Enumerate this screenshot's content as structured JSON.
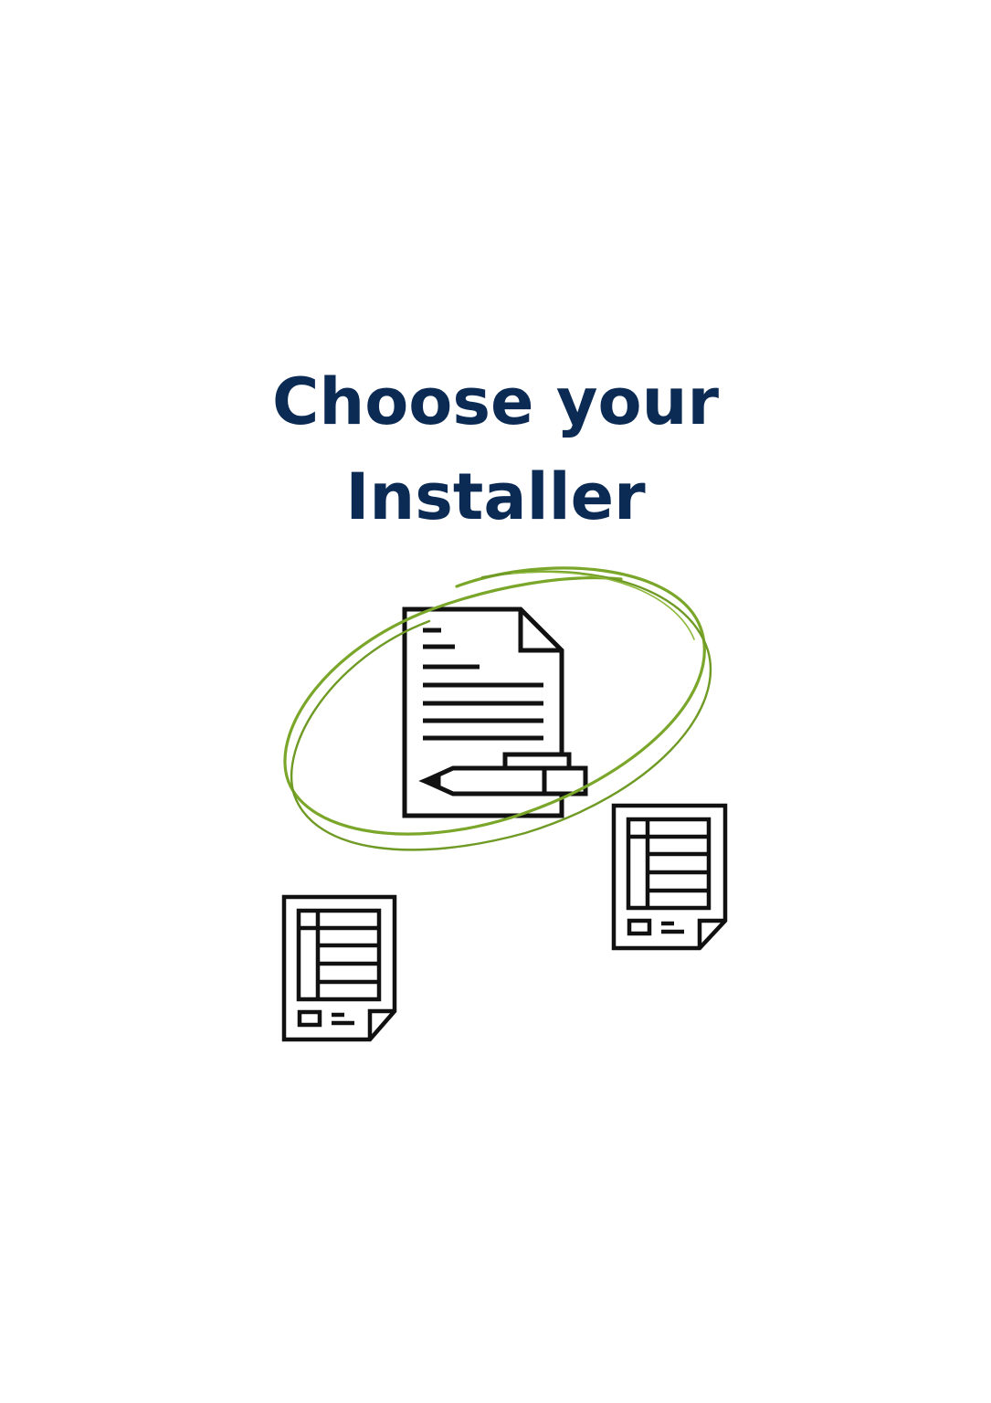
{
  "title": {
    "line1": "Choose your",
    "line2": "Installer"
  },
  "colors": {
    "title": "#0b2b55",
    "accent_circle": "#7aa62a",
    "icon_stroke": "#111111",
    "background": "#ffffff"
  },
  "icons": {
    "main": "document-with-pencil-icon",
    "left": "spreadsheet-document-icon",
    "right": "spreadsheet-document-icon",
    "highlight": "hand-drawn-circle"
  }
}
